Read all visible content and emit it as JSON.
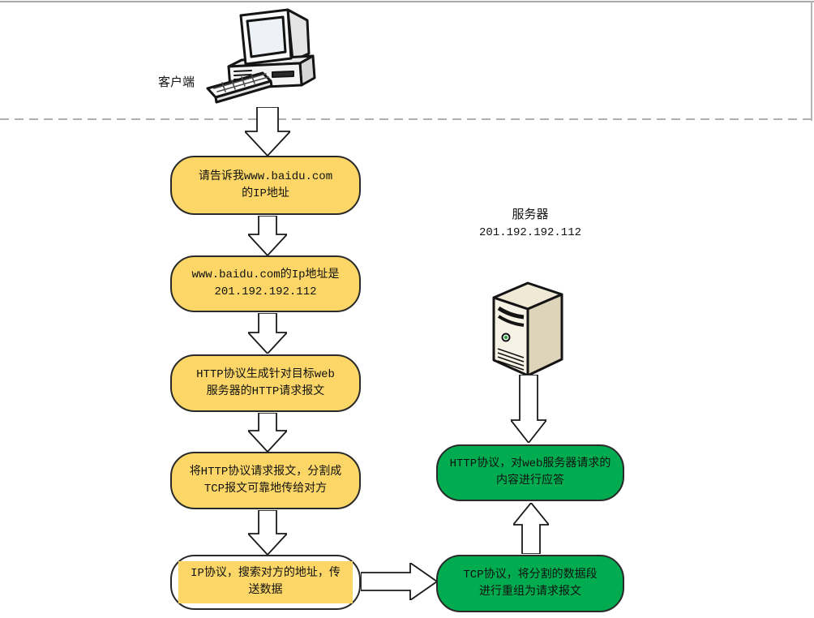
{
  "diagram": {
    "client": {
      "label": "客户端"
    },
    "server": {
      "label": "服务器",
      "ip": "201.192.192.112"
    },
    "client_steps": [
      {
        "text": "请告诉我www.baidu.com\n的IP地址"
      },
      {
        "text": "www.baidu.com的Ip地址是\n201.192.192.112"
      },
      {
        "text": "HTTP协议生成针对目标web\n服务器的HTTP请求报文"
      },
      {
        "text": "将HTTP协议请求报文，分割成\nTCP报文可靠地传给对方"
      },
      {
        "text": "IP协议，搜索对方的地址，传\n送数据"
      }
    ],
    "server_steps": [
      {
        "text": "HTTP协议，对web服务器请求的\n内容进行应答"
      },
      {
        "text": "TCP协议，将分割的数据段\n进行重组为请求报文"
      }
    ],
    "colors": {
      "step_yellow": "#FCD768",
      "step_green": "#00AC4F",
      "shape_border": "#2a2a2a",
      "dashed_divider": "#b0b0b0",
      "frame_line": "#a9a9a9"
    }
  }
}
